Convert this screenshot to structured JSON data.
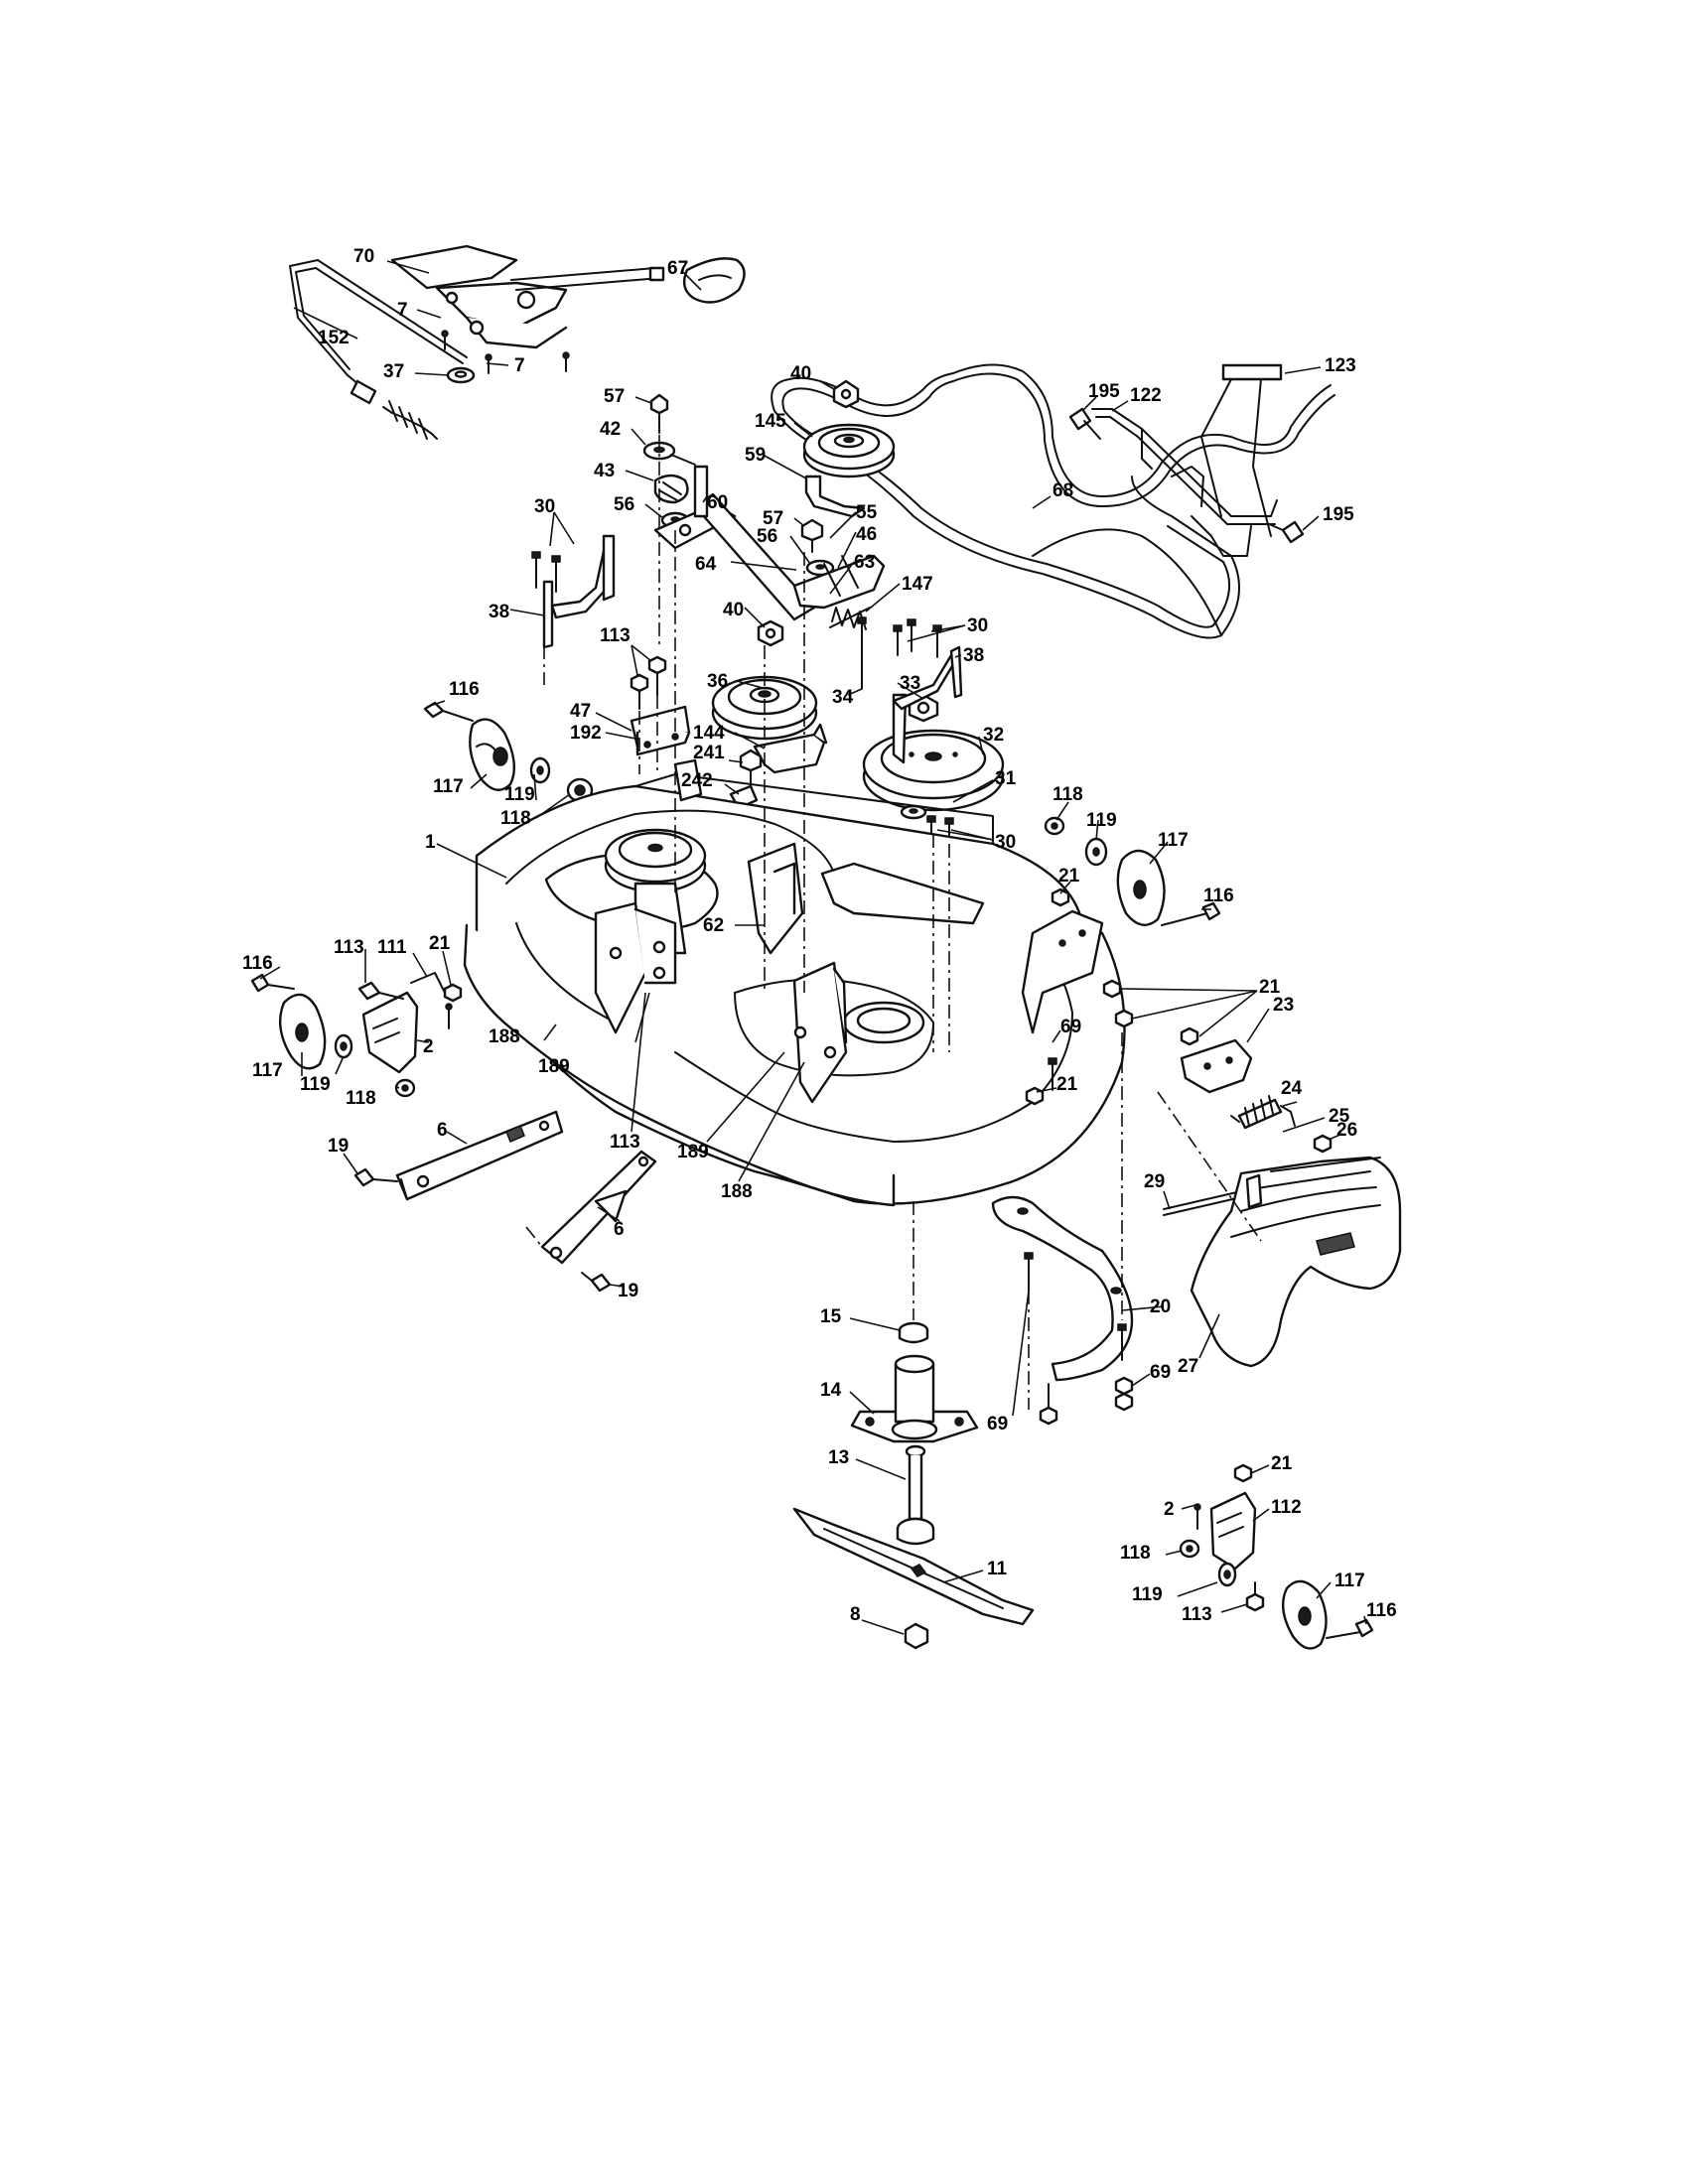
{
  "callouts": [
    {
      "key": "c70",
      "text": "70"
    },
    {
      "key": "c67",
      "text": "67"
    },
    {
      "key": "c7a",
      "text": "7"
    },
    {
      "key": "c7b",
      "text": "7"
    },
    {
      "key": "c152",
      "text": "152"
    },
    {
      "key": "c37",
      "text": "37"
    },
    {
      "key": "c40a",
      "text": "40"
    },
    {
      "key": "c57a",
      "text": "57"
    },
    {
      "key": "c145",
      "text": "145"
    },
    {
      "key": "c42",
      "text": "42"
    },
    {
      "key": "c59",
      "text": "59"
    },
    {
      "key": "c43",
      "text": "43"
    },
    {
      "key": "c60",
      "text": "60"
    },
    {
      "key": "c56a",
      "text": "56"
    },
    {
      "key": "c57b",
      "text": "57"
    },
    {
      "key": "c55",
      "text": "55"
    },
    {
      "key": "c46",
      "text": "46"
    },
    {
      "key": "c56b",
      "text": "56"
    },
    {
      "key": "c64",
      "text": "64"
    },
    {
      "key": "c63",
      "text": "63"
    },
    {
      "key": "c30a",
      "text": "30"
    },
    {
      "key": "c147",
      "text": "147"
    },
    {
      "key": "c40b",
      "text": "40"
    },
    {
      "key": "c38a",
      "text": "38"
    },
    {
      "key": "c30b",
      "text": "30"
    },
    {
      "key": "c38b",
      "text": "38"
    },
    {
      "key": "c113a",
      "text": "113"
    },
    {
      "key": "c36",
      "text": "36"
    },
    {
      "key": "c33",
      "text": "33"
    },
    {
      "key": "c116a",
      "text": "116"
    },
    {
      "key": "c34",
      "text": "34"
    },
    {
      "key": "c47",
      "text": "47"
    },
    {
      "key": "c144",
      "text": "144"
    },
    {
      "key": "c32",
      "text": "32"
    },
    {
      "key": "c192",
      "text": "192"
    },
    {
      "key": "c241",
      "text": "241"
    },
    {
      "key": "c117a",
      "text": "117"
    },
    {
      "key": "c119a",
      "text": "119"
    },
    {
      "key": "c242",
      "text": "242"
    },
    {
      "key": "c31",
      "text": "31"
    },
    {
      "key": "c118a",
      "text": "118"
    },
    {
      "key": "c118b",
      "text": "118"
    },
    {
      "key": "c119b",
      "text": "119"
    },
    {
      "key": "c30c",
      "text": "30"
    },
    {
      "key": "c117b",
      "text": "117"
    },
    {
      "key": "c1",
      "text": "1"
    },
    {
      "key": "c21a",
      "text": "21"
    },
    {
      "key": "c116b",
      "text": "116"
    },
    {
      "key": "c62",
      "text": "62"
    },
    {
      "key": "c116c",
      "text": "116"
    },
    {
      "key": "c113b",
      "text": "113"
    },
    {
      "key": "c111",
      "text": "111"
    },
    {
      "key": "c21b",
      "text": "21"
    },
    {
      "key": "c21c",
      "text": "21"
    },
    {
      "key": "c69a",
      "text": "69"
    },
    {
      "key": "c23",
      "text": "23"
    },
    {
      "key": "c188a",
      "text": "188"
    },
    {
      "key": "c2a",
      "text": "2"
    },
    {
      "key": "c117c",
      "text": "117"
    },
    {
      "key": "c119c",
      "text": "119"
    },
    {
      "key": "c118c",
      "text": "118"
    },
    {
      "key": "c189a",
      "text": "189"
    },
    {
      "key": "c24",
      "text": "24"
    },
    {
      "key": "c21d",
      "text": "21"
    },
    {
      "key": "c25",
      "text": "25"
    },
    {
      "key": "c26",
      "text": "26"
    },
    {
      "key": "c113c",
      "text": "113"
    },
    {
      "key": "c6a",
      "text": "6"
    },
    {
      "key": "c19a",
      "text": "19"
    },
    {
      "key": "c189b",
      "text": "189"
    },
    {
      "key": "c188b",
      "text": "188"
    },
    {
      "key": "c29",
      "text": "29"
    },
    {
      "key": "c6b",
      "text": "6"
    },
    {
      "key": "c19b",
      "text": "19"
    },
    {
      "key": "c15",
      "text": "15"
    },
    {
      "key": "c20",
      "text": "20"
    },
    {
      "key": "c27",
      "text": "27"
    },
    {
      "key": "c14",
      "text": "14"
    },
    {
      "key": "c69b",
      "text": "69"
    },
    {
      "key": "c69c",
      "text": "69"
    },
    {
      "key": "c13",
      "text": "13"
    },
    {
      "key": "c21e",
      "text": "21"
    },
    {
      "key": "c2b",
      "text": "2"
    },
    {
      "key": "c112",
      "text": "112"
    },
    {
      "key": "c118d",
      "text": "118"
    },
    {
      "key": "c11",
      "text": "11"
    },
    {
      "key": "c119d",
      "text": "119"
    },
    {
      "key": "c117d",
      "text": "117"
    },
    {
      "key": "c8",
      "text": "8"
    },
    {
      "key": "c113d",
      "text": "113"
    },
    {
      "key": "c116d",
      "text": "116"
    },
    {
      "key": "c195a",
      "text": "195"
    },
    {
      "key": "c122",
      "text": "122"
    },
    {
      "key": "c123",
      "text": "123"
    },
    {
      "key": "c68",
      "text": "68"
    },
    {
      "key": "c195b",
      "text": "195"
    }
  ]
}
